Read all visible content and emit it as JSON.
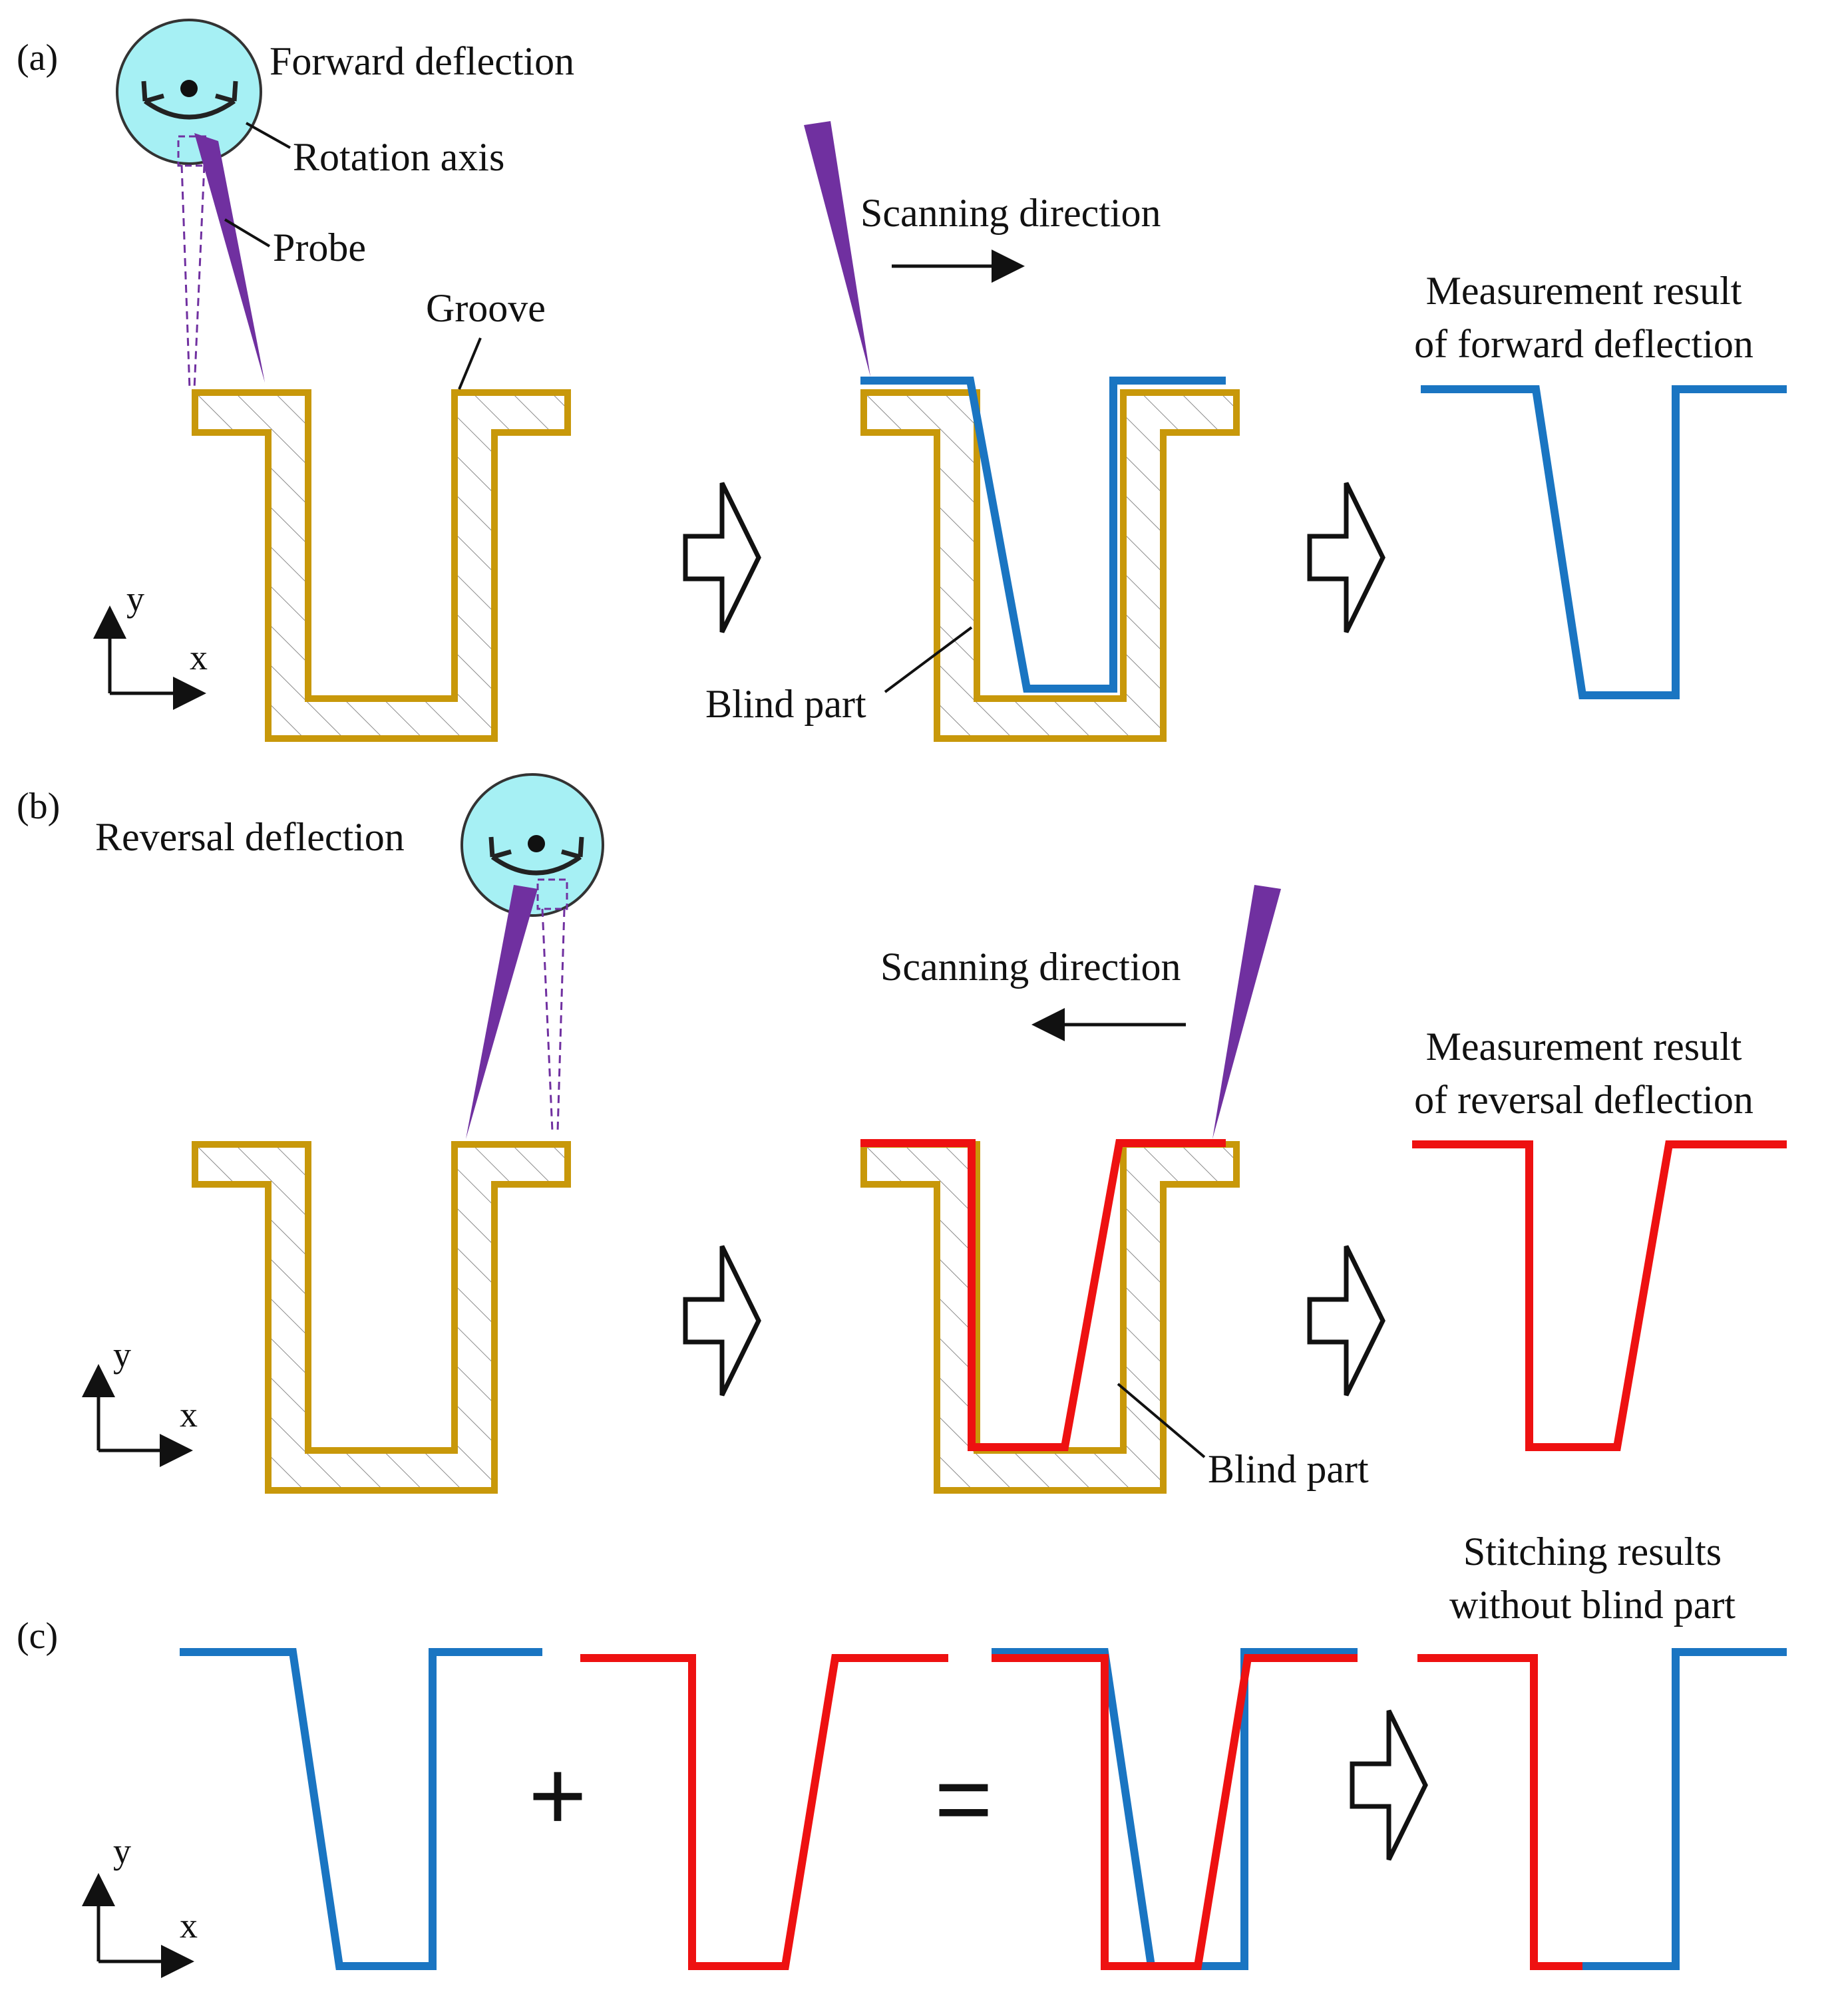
{
  "panels": {
    "a": "(a)",
    "b": "(b)",
    "c": "(c)"
  },
  "labels": {
    "forward_deflection": "Forward deflection",
    "rotation_axis": "Rotation axis",
    "probe": "Probe",
    "groove": "Groove",
    "scanning_direction_a": "Scanning direction",
    "blind_part_a": "Blind part",
    "measurement_forward_line1": "Measurement result",
    "measurement_forward_line2": "of forward deflection",
    "reversal_deflection": "Reversal deflection",
    "scanning_direction_b": "Scanning direction",
    "blind_part_b": "Blind part",
    "measurement_reversal_line1": "Measurement result",
    "measurement_reversal_line2": "of reversal deflection",
    "stitching_line1": "Stitching results",
    "stitching_line2": "without blind part",
    "plus": "+",
    "equals": "="
  },
  "axes": {
    "x": "x",
    "y": "y"
  },
  "colors": {
    "groove": "#C8980A",
    "forward_profile": "#1A75C2",
    "reversal_profile": "#EE1111",
    "probe": "#7030A0",
    "rotation_disk": "#A6F0F4"
  }
}
